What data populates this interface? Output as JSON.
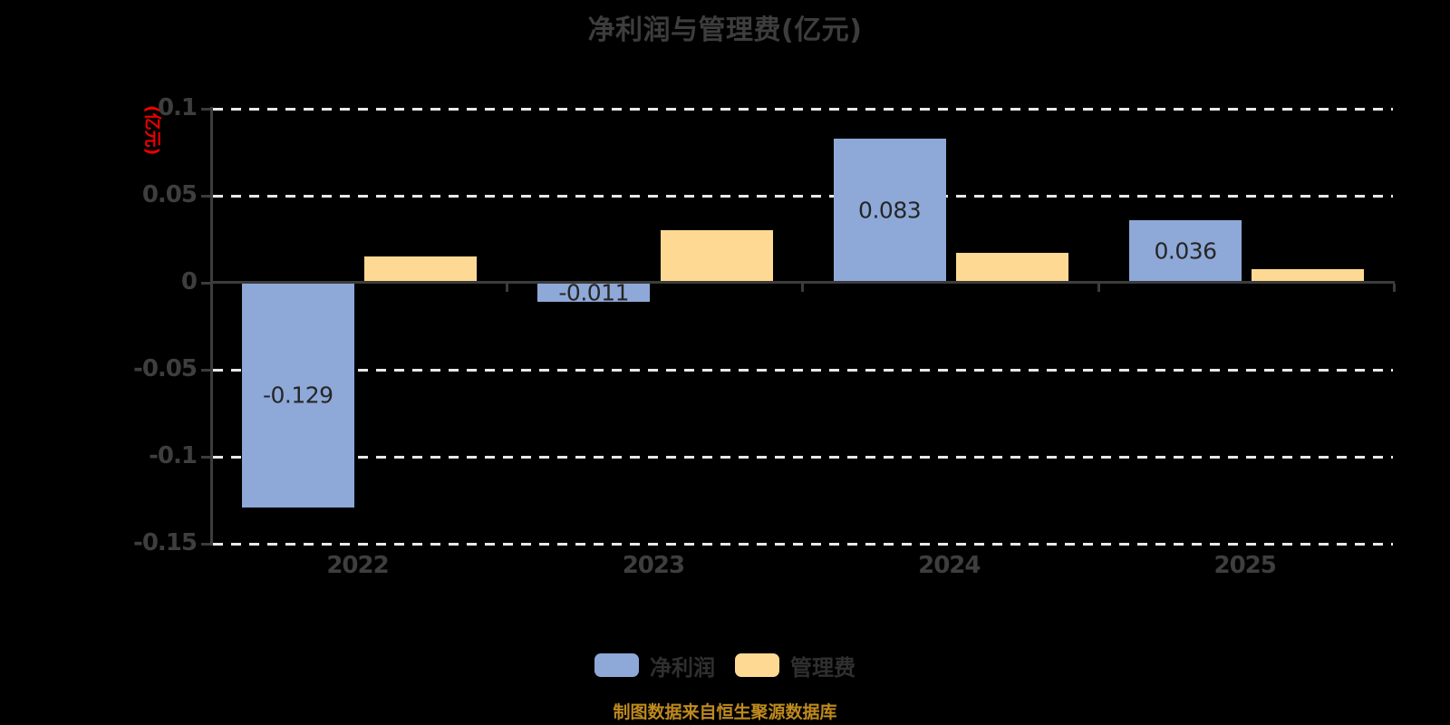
{
  "title": {
    "text": "净利润与管理费(亿元)",
    "color": "#3d3d3d"
  },
  "y_axis_unit_label": {
    "text": "(亿元)",
    "color": "#ec0000"
  },
  "chart_data": {
    "type": "bar",
    "title": "净利润与管理费(亿元)",
    "categories": [
      "2022",
      "2023",
      "2024",
      "2025"
    ],
    "series": [
      {
        "name": "净利润",
        "color": "#8EA9D8",
        "values": [
          -0.129,
          -0.011,
          0.083,
          0.036
        ],
        "data_labels": [
          "-0.129",
          "-0.011",
          "0.083",
          "0.036"
        ]
      },
      {
        "name": "管理费",
        "color": "#FED993",
        "values": [
          0.015,
          0.03,
          0.017,
          0.008
        ],
        "data_labels": null
      }
    ],
    "ylabel": "(亿元)",
    "ylim": [
      -0.15,
      0.1
    ],
    "yticks": [
      0.1,
      0.05,
      0,
      -0.05,
      -0.1,
      -0.15
    ],
    "ytick_labels": [
      "0.1",
      "0.05",
      "0",
      "-0.05",
      "-0.1",
      "-0.15"
    ],
    "grid": "horizontal dashed light lines at non-zero ticks; solid dark zero baseline with tick marks",
    "legend_position": "bottom-center"
  },
  "legend": {
    "items": [
      {
        "key": "net-profit",
        "label": "净利润",
        "color": "#8EA9D8"
      },
      {
        "key": "management-fee",
        "label": "管理费",
        "color": "#FED993"
      }
    ]
  },
  "footer": {
    "text": "制图数据来自恒生聚源数据库",
    "color": "#BF8A1E"
  },
  "styles": {
    "background": "#000000",
    "grid_color": "#e8e8e8",
    "axis_color": "#3c3c3c",
    "tick_label_color": "#3e3e3e",
    "bar_label_color": "#262626",
    "legend_label_color": "#2f2f2f"
  }
}
